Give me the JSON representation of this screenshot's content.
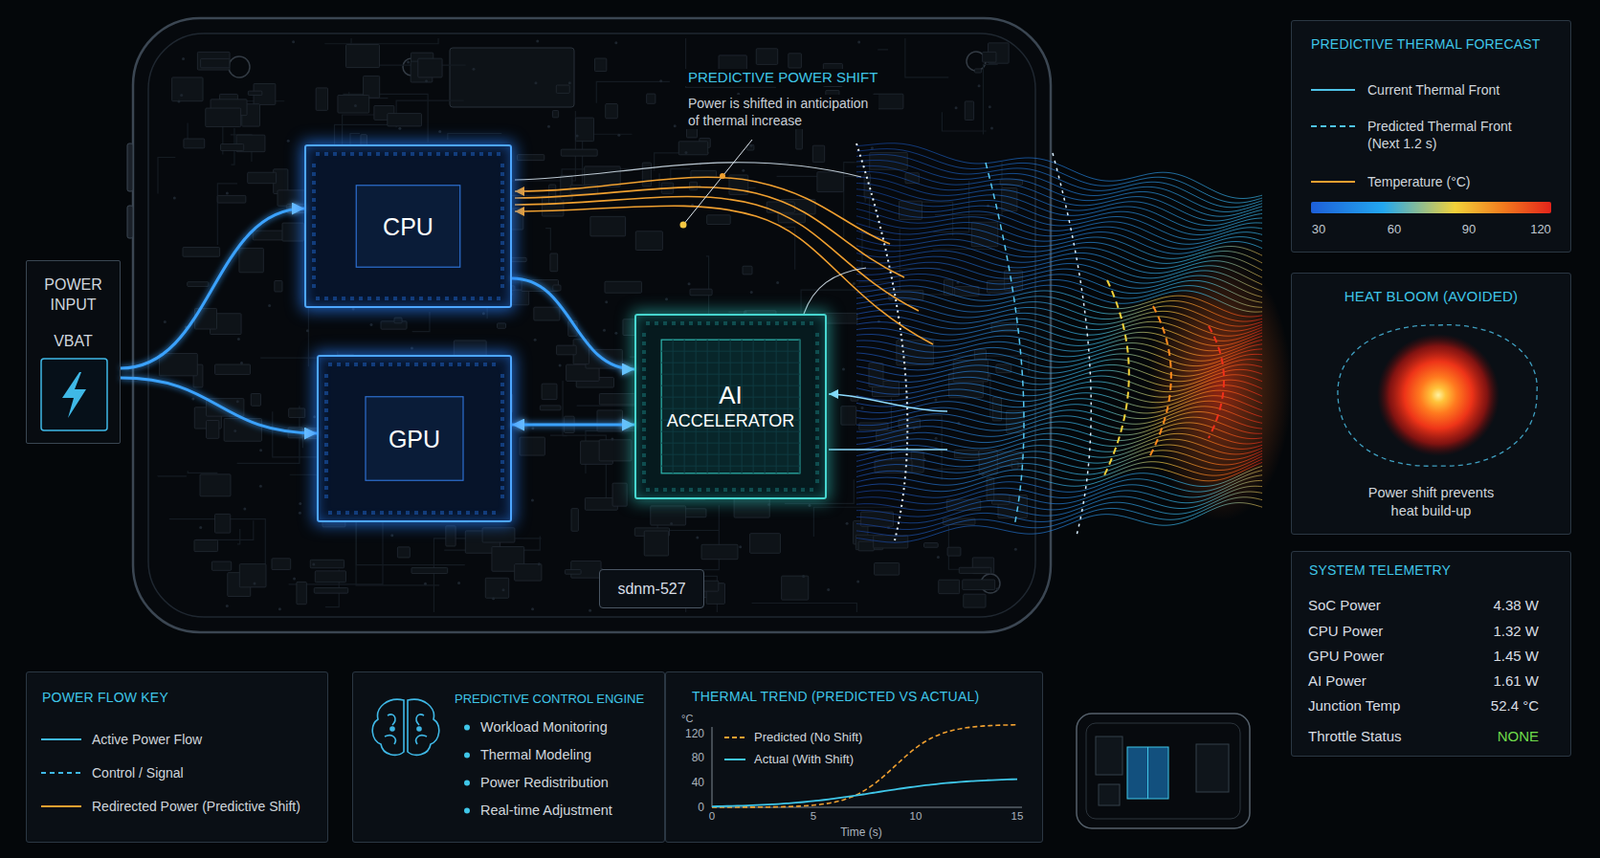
{
  "diagram": {
    "nodes": [
      {
        "text": [
          "POWER INPUT",
          "VBAT"
        ]
      },
      {
        "text": [
          "CPU"
        ]
      },
      {
        "text": [
          "GPU"
        ]
      },
      {
        "text": [
          "AI",
          "ACCELERATOR"
        ]
      },
      {
        "text": [
          "sdnm-527"
        ]
      },
      {
        "text": [
          "PREDICTIVE THERMAL FORECAST"
        ]
      },
      {
        "text": [
          "HEAT BLOOM (AVOIDED)",
          "Power shift prevents heat build-up"
        ]
      },
      {
        "text": [
          "SYSTEM TELEMETRY"
        ]
      },
      {
        "text": [
          "POWER FLOW KEY"
        ]
      },
      {
        "text": [
          "PREDICTIVE CONTROL ENGINE",
          "Workload Monitoring",
          "Thermal Modeling",
          "Power Redistribution",
          "Real-time Adjustment"
        ]
      },
      {
        "text": [
          "THERMAL TREND (PREDICTED VS ACTUAL)"
        ]
      }
    ],
    "edges": [
      {
        "from": 0,
        "to": 1,
        "arrow": "to"
      },
      {
        "from": 0,
        "to": 2,
        "arrow": "to"
      },
      {
        "from": 1,
        "to": 3,
        "arrow": "to"
      },
      {
        "from": 2,
        "to": 3,
        "arrow": "both"
      }
    ],
    "labels": [
      "PREDICTIVE POWER SHIFT",
      "Power is shifted in anticipation of thermal increase",
      "30",
      "60",
      "90",
      "120",
      "SoC Power",
      "4.38 W",
      "CPU Power",
      "1.32 W",
      "GPU Power",
      "1.45 W",
      "AI Power",
      "1.61 W",
      "Junction Temp",
      "52.4 °C",
      "Throttle Status",
      "NONE",
      "°C",
      "120",
      "80",
      "40",
      "0",
      "0",
      "5",
      "10",
      "15",
      "Time (s)"
    ],
    "legend": [
      {
        "text": "Current Thermal Front"
      },
      {
        "text": "Predicted Thermal Front (Next 1.2 s)"
      },
      {
        "text": "Temperature (°C)"
      },
      {
        "text": "Active Power Flow"
      },
      {
        "text": "Control / Signal"
      },
      {
        "text": "Redirected Power (Predictive Shift)"
      },
      {
        "text": "Predicted (No Shift)"
      },
      {
        "text": "Actual (With Shift)"
      }
    ]
  }
}
